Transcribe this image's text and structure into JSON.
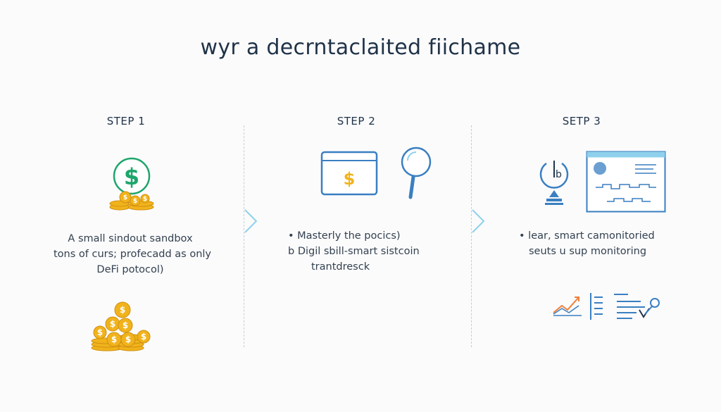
{
  "title": "wyr a decrntaclaited fiichame",
  "steps": [
    {
      "heading": "STEP 1",
      "lines": [
        "A small sindout sandbox",
        "tons of curs; profecadd as only",
        "DeFi potocol)"
      ]
    },
    {
      "heading": "STEP 2",
      "lines": [
        "• Masterly the pocics)",
        "b Digil sbill-smart sistcoin",
        "trantdresck"
      ]
    },
    {
      "heading": "SETP 3",
      "lines": [
        "• lear, smart camonitoried",
        "seuts u sup monitoring"
      ]
    }
  ],
  "icons": {
    "step1_top": "dollar-circle-coins-icon",
    "step1_bottom": "coin-stack-icon",
    "step2_wallet": "wallet-dollar-icon",
    "step2_search": "magnifier-icon",
    "step3_power": "power-icon",
    "step3_dashboard": "dashboard-window-icon",
    "step3_chart": "trend-chart-icon",
    "step3_list": "list-icon",
    "step3_checklist": "checklist-icon"
  },
  "colors": {
    "text": "#1f3247",
    "blue": "#3a7fc1",
    "light_blue": "#8fd1ec",
    "green": "#1ea56b",
    "gold": "#f1b31c",
    "orange": "#f07f3a"
  }
}
